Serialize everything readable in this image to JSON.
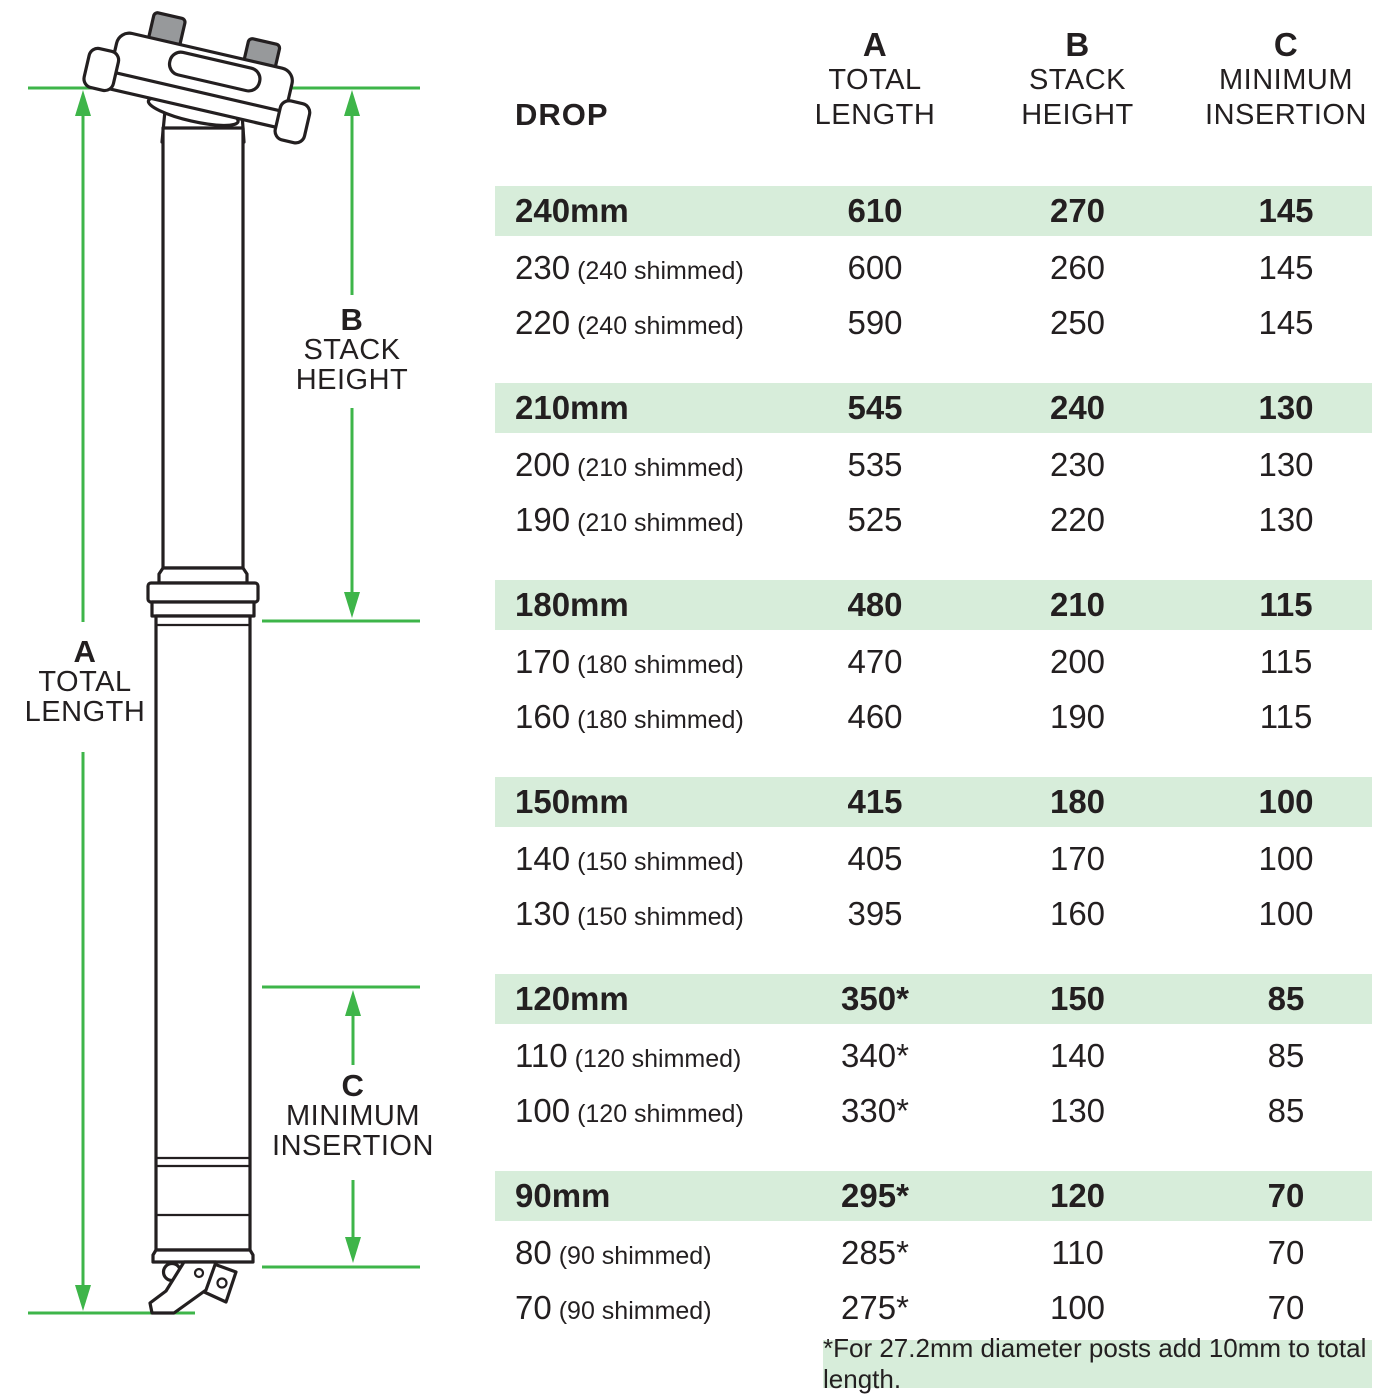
{
  "colors": {
    "accent_green": "#3eb549",
    "row_highlight_green": "#d7edda",
    "text": "#231f20",
    "bolt_gray": "#97999b"
  },
  "diagram": {
    "labels": {
      "a": {
        "letter": "A",
        "line1": "TOTAL",
        "line2": "LENGTH"
      },
      "b": {
        "letter": "B",
        "line1": "STACK",
        "line2": "HEIGHT"
      },
      "c": {
        "letter": "C",
        "line1": "MINIMUM",
        "line2": "INSERTION"
      }
    }
  },
  "table": {
    "headers": {
      "drop": "DROP",
      "a": {
        "letter": "A",
        "line1": "TOTAL",
        "line2": "LENGTH"
      },
      "b": {
        "letter": "B",
        "line1": "STACK",
        "line2": "HEIGHT"
      },
      "c": {
        "letter": "C",
        "line1": "MINIMUM",
        "line2": "INSERTION"
      }
    },
    "groups": [
      {
        "header": {
          "drop": "240mm",
          "a": "610",
          "b": "270",
          "c": "145"
        },
        "rows": [
          {
            "drop": "230",
            "note": "(240 shimmed)",
            "a": "600",
            "b": "260",
            "c": "145"
          },
          {
            "drop": "220",
            "note": "(240 shimmed)",
            "a": "590",
            "b": "250",
            "c": "145"
          }
        ]
      },
      {
        "header": {
          "drop": "210mm",
          "a": "545",
          "b": "240",
          "c": "130"
        },
        "rows": [
          {
            "drop": "200",
            "note": "(210 shimmed)",
            "a": "535",
            "b": "230",
            "c": "130"
          },
          {
            "drop": "190",
            "note": "(210 shimmed)",
            "a": "525",
            "b": "220",
            "c": "130"
          }
        ]
      },
      {
        "header": {
          "drop": "180mm",
          "a": "480",
          "b": "210",
          "c": "115"
        },
        "rows": [
          {
            "drop": "170",
            "note": "(180 shimmed)",
            "a": "470",
            "b": "200",
            "c": "115"
          },
          {
            "drop": "160",
            "note": "(180 shimmed)",
            "a": "460",
            "b": "190",
            "c": "115"
          }
        ]
      },
      {
        "header": {
          "drop": "150mm",
          "a": "415",
          "b": "180",
          "c": "100"
        },
        "rows": [
          {
            "drop": "140",
            "note": "(150 shimmed)",
            "a": "405",
            "b": "170",
            "c": "100"
          },
          {
            "drop": "130",
            "note": "(150 shimmed)",
            "a": "395",
            "b": "160",
            "c": "100"
          }
        ]
      },
      {
        "header": {
          "drop": "120mm",
          "a": "350*",
          "b": "150",
          "c": "85"
        },
        "rows": [
          {
            "drop": "110",
            "note": "(120 shimmed)",
            "a": "340*",
            "b": "140",
            "c": "85"
          },
          {
            "drop": "100",
            "note": "(120 shimmed)",
            "a": "330*",
            "b": "130",
            "c": "85"
          }
        ]
      },
      {
        "header": {
          "drop": "90mm",
          "a": "295*",
          "b": "120",
          "c": "70"
        },
        "rows": [
          {
            "drop": "80",
            "note": "(90 shimmed)",
            "a": "285*",
            "b": "110",
            "c": "70"
          },
          {
            "drop": "70",
            "note": "(90 shimmed)",
            "a": "275*",
            "b": "100",
            "c": "70"
          }
        ]
      }
    ],
    "footnote": "*For 27.2mm diameter posts add 10mm to total length."
  }
}
